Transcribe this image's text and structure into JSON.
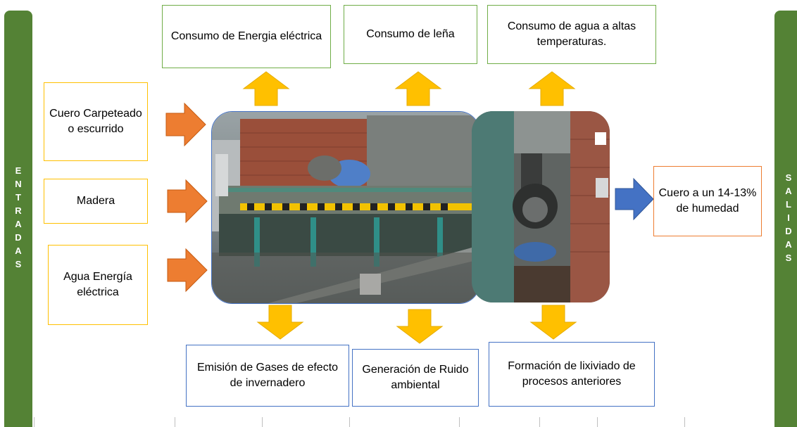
{
  "sidebars": {
    "inputs_label": "ENTRADAS",
    "outputs_label": "SALIDAS"
  },
  "top_outputs": [
    "Consumo de Energia eléctrica",
    "Consumo de leña",
    "Consumo de agua a altas temperaturas."
  ],
  "inputs": [
    "Cuero Carpeteado o escurrido",
    "Madera",
    "Agua Energía eléctrica"
  ],
  "bottom_outputs": [
    "Emisión de Gases de efecto de invernadero",
    "Generación de Ruido ambiental",
    "Formación de lixiviado de procesos anteriores"
  ],
  "product_output": "Cuero a un 14-13% de humedad",
  "colors": {
    "sidebar": "#548235",
    "green_border": "#70ad47",
    "yellow": "#ffc000",
    "blue": "#4472c4",
    "orange_arrow": "#ed7d31"
  }
}
